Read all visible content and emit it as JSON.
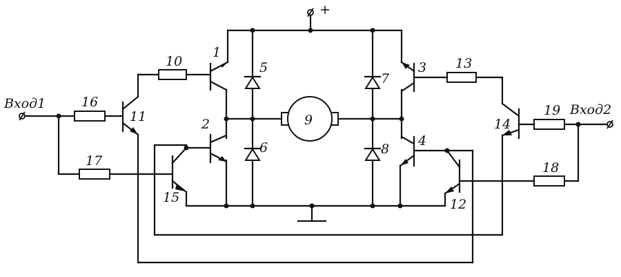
{
  "diagram": {
    "power_label": "+",
    "input1_label": "Вход1",
    "input2_label": "Вход2",
    "motor_label": "9",
    "components": {
      "t1": "1",
      "t2": "2",
      "t3": "3",
      "t4": "4",
      "d5": "5",
      "d6": "6",
      "d7": "7",
      "d8": "8",
      "r10": "10",
      "t11": "11",
      "t12": "12",
      "r13": "13",
      "t14": "14",
      "t15": "15",
      "r16": "16",
      "r17": "17",
      "r18": "18",
      "r19": "19"
    }
  }
}
